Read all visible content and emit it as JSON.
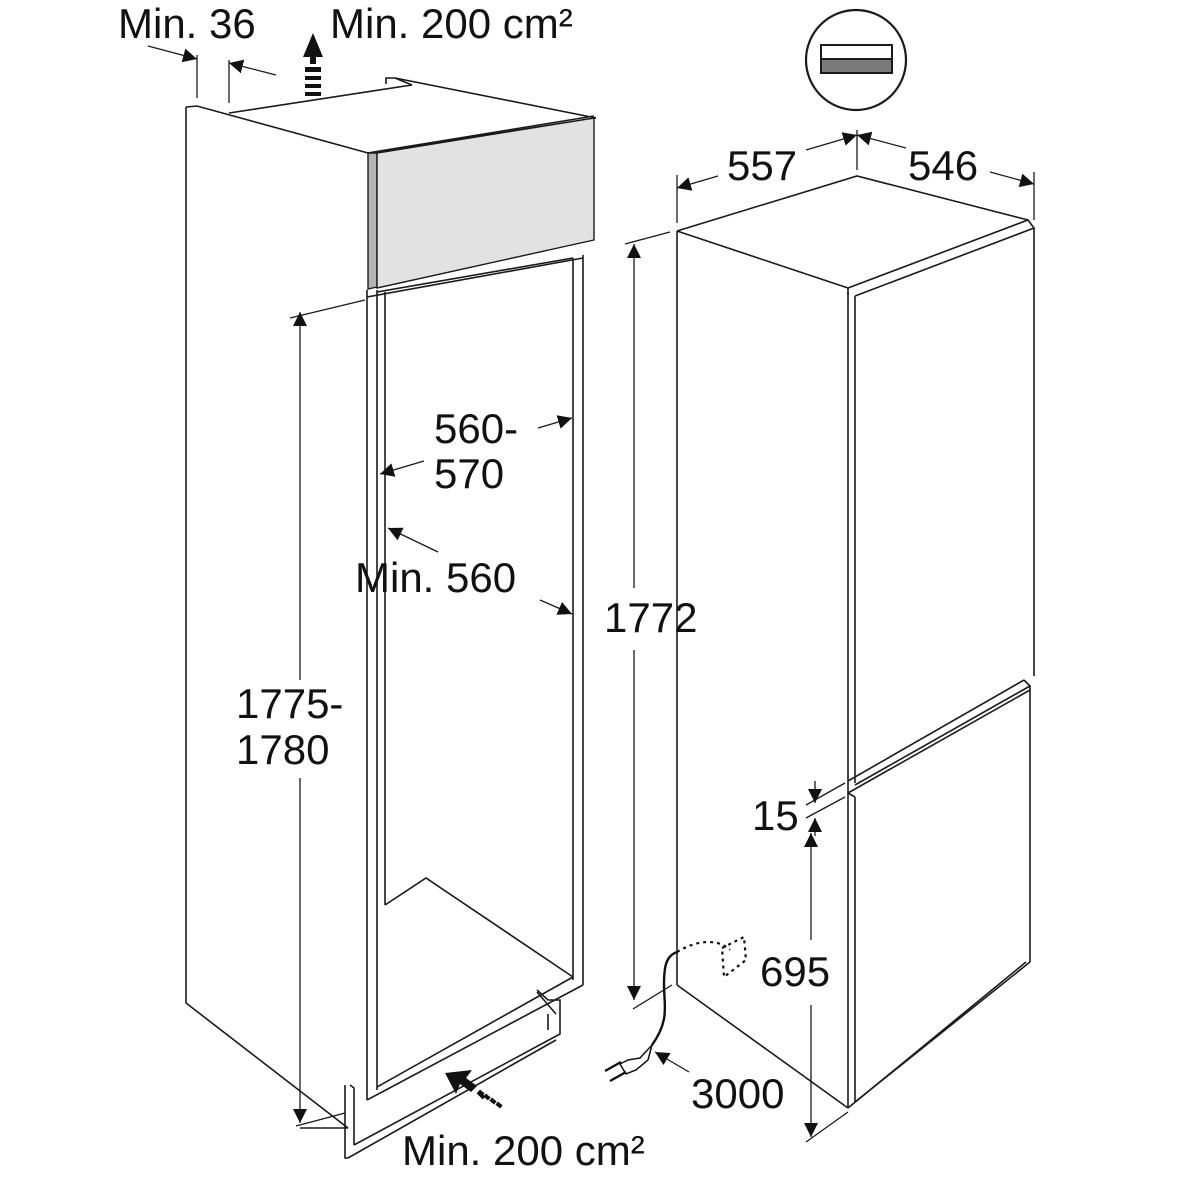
{
  "diagram": {
    "title": "Built-in fridge-freezer installation dimensions",
    "colors": {
      "line": "#1a1a1a",
      "text": "#111111",
      "panel_fill": "#e2e2e2",
      "panel_edge": "#b4b4b4",
      "icon_dark": "#7a7a7a",
      "background": "#ffffff"
    },
    "niche": {
      "top_gap_label": "Min. 36",
      "top_vent_label": "Min. 200 cm²",
      "width_label_line1": "560-",
      "width_label_line2": "570",
      "depth_label": "Min. 560",
      "height_label_line1": "1775-",
      "height_label_line2": "1780",
      "bottom_vent_label": "Min. 200 cm²"
    },
    "appliance": {
      "width_label": "557",
      "depth_label": "546",
      "height_label": "1772",
      "gap_label": "15",
      "lower_door_label": "695",
      "cable_label": "3000"
    },
    "icons": {
      "door_type_icon": "flat-door-fixing-icon",
      "vent_up_arrow": "vent-arrow-up-icon",
      "vent_in_arrow": "vent-arrow-in-icon",
      "power_plug": "power-plug-icon"
    }
  }
}
